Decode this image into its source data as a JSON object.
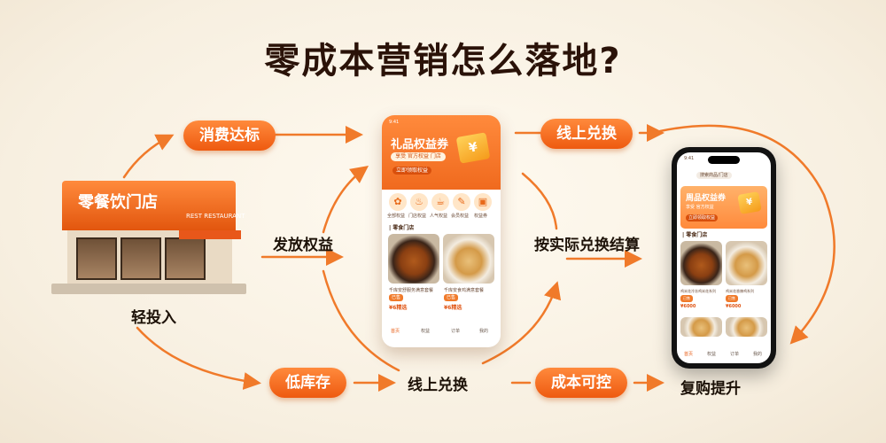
{
  "title": "零成本营销怎么落地?",
  "labels": {
    "consumption_reached": "消费达标",
    "issue_benefits": "发放权益",
    "light_investment": "轻投入",
    "low_inventory": "低库存",
    "online_redeem_top": "线上兑换",
    "settle_actual": "按实际兑换结算",
    "online_redeem_bottom": "线上兑换",
    "cost_controllable": "成本可控",
    "repurchase_up": "复购提升"
  },
  "store": {
    "sign": "零餐饮门店",
    "sign_small": "REST RESTAURANT"
  },
  "phone_main": {
    "status_time": "9:41",
    "header_title": "礼品权益券",
    "header_sub": "享受 官方权益 门店",
    "header_btn": "立即领取权益",
    "icons": [
      {
        "label": "全部权益",
        "glyph": "✿"
      },
      {
        "label": "门店权益",
        "glyph": "♨"
      },
      {
        "label": "人气权益",
        "glyph": "☕"
      },
      {
        "label": "会员权益",
        "glyph": "✎"
      },
      {
        "label": "权益券",
        "glyph": "▣"
      }
    ],
    "section": "| 零食门店",
    "items": [
      {
        "name": "千库安舒服务满意套餐",
        "tag": "已售",
        "price": "¥6精选"
      },
      {
        "name": "千库安食鸡满意套餐",
        "tag": "已售",
        "price": "¥6精选"
      }
    ],
    "nav": [
      "首页",
      "权益",
      "订单",
      "我的"
    ]
  },
  "phone_right": {
    "status_time": "9:41",
    "search": "搜索商品/门店",
    "header_title": "周品权益券",
    "header_sub": "享受 官方权益",
    "header_btn": "立即领取权益",
    "section": "| 零食门店",
    "items": [
      {
        "name": "鸡米花冷冻鸡米花系列",
        "tag": "已售",
        "price": "¥6000"
      },
      {
        "name": "鸡米花香辣鸡系列",
        "tag": "已售",
        "price": "¥6000"
      }
    ],
    "nav": [
      "首页",
      "权益",
      "订单",
      "我的"
    ]
  },
  "colors": {
    "accent": "#f06a1e",
    "dark_accent": "#d84f0c",
    "arrow": "#f07a2a"
  }
}
